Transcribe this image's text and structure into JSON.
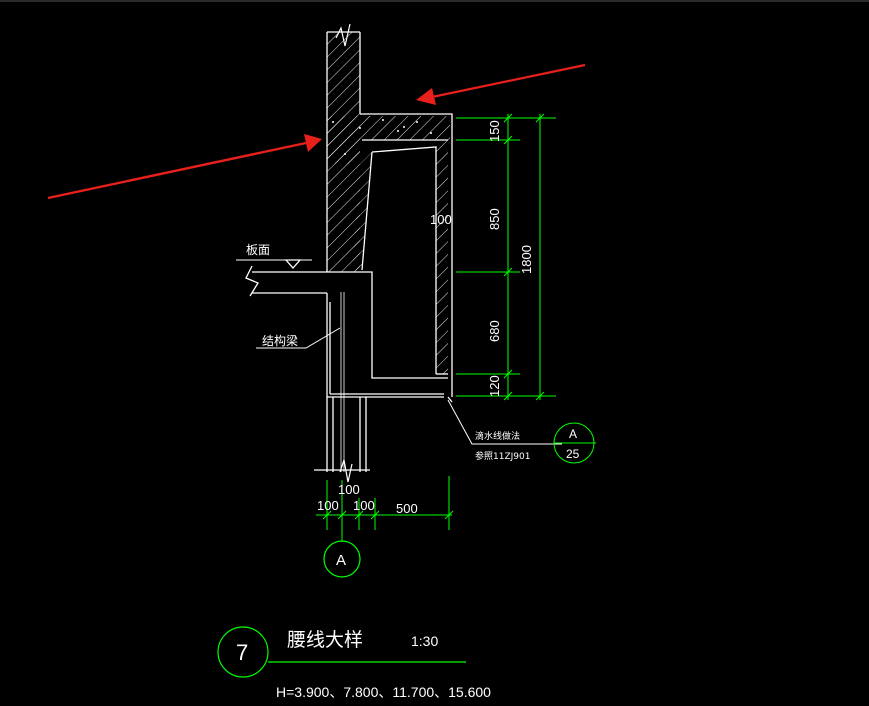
{
  "annotations": {
    "slab_label": "板面",
    "beam_label": "结构梁",
    "drip_label": "滴水线做法",
    "drip_ref": "参照11ZJ901",
    "slab_thickness": "100"
  },
  "dimensions_vertical": {
    "d150": "150",
    "d850": "850",
    "d680": "680",
    "d120": "120",
    "total": "1800"
  },
  "dimensions_horizontal": {
    "top": "100",
    "left": "100",
    "mid": "100",
    "right": "500"
  },
  "axis": {
    "label": "A"
  },
  "detail_ref": {
    "top": "A",
    "bottom": "25"
  },
  "title_block": {
    "number": "7",
    "title": "腰线大样",
    "scale": "1:30",
    "elevations": "H=3.900、7.800、11.700、15.600"
  },
  "colors": {
    "background": "#000000",
    "lines": "#ffffff",
    "dimension": "#00ff00",
    "arrow": "#e8201c"
  }
}
